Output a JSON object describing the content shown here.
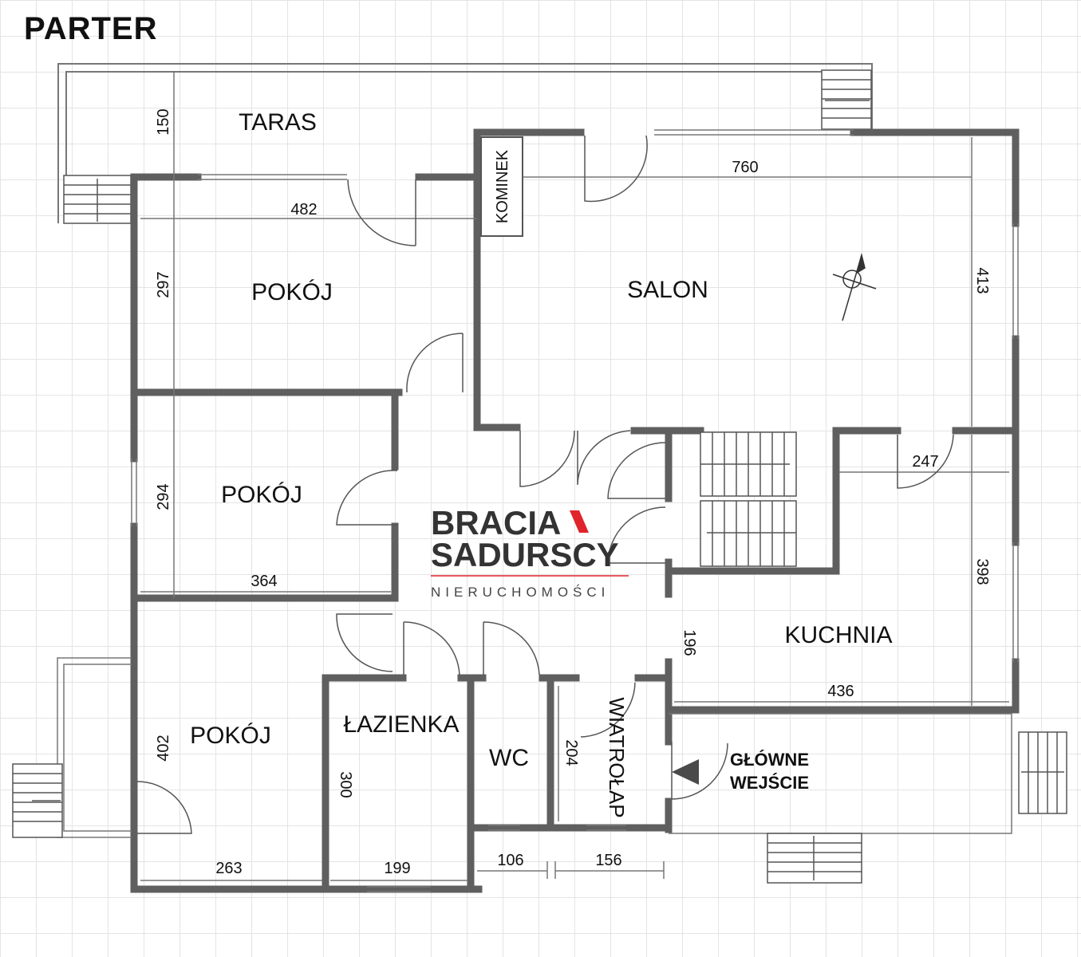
{
  "title": "PARTER",
  "rooms": {
    "taras": "TARAS",
    "salon": "SALON",
    "kominek": "KOMINEK",
    "pokoj1": "POKÓJ",
    "pokoj2": "POKÓJ",
    "pokoj3": "POKÓJ",
    "kuchnia": "KUCHNIA",
    "lazienka": "ŁAZIENKA",
    "wc": "WC",
    "wiatrolap": "WIATROŁAP"
  },
  "entrance": {
    "line1": "GŁÓWNE",
    "line2": "WEJŚCIE"
  },
  "dimensions": {
    "taras_depth": "150",
    "salon_width": "760",
    "salon_depth": "413",
    "pokoj1_width": "482",
    "pokoj1_depth": "297",
    "pokoj2_depth": "294",
    "pokoj2_width": "364",
    "pokoj3_depth": "402",
    "pokoj3_width": "263",
    "lazienka_depth": "300",
    "lazienka_width": "199",
    "wc_width": "106",
    "wiatrolap_width": "156",
    "wiatrolap_depth": "204",
    "hall_width": "196",
    "kuchnia_depth": "398",
    "kuchnia_width": "436",
    "kuchnia_top": "247"
  },
  "logo": {
    "line1": "BRACIA",
    "line2": "SADURSCY",
    "tagline": "NIERUCHOMOŚCI",
    "accent_color": "#e0242b"
  },
  "colors": {
    "wall": "#5f5f5f",
    "entrance_arrow": "#4a4a4a"
  }
}
